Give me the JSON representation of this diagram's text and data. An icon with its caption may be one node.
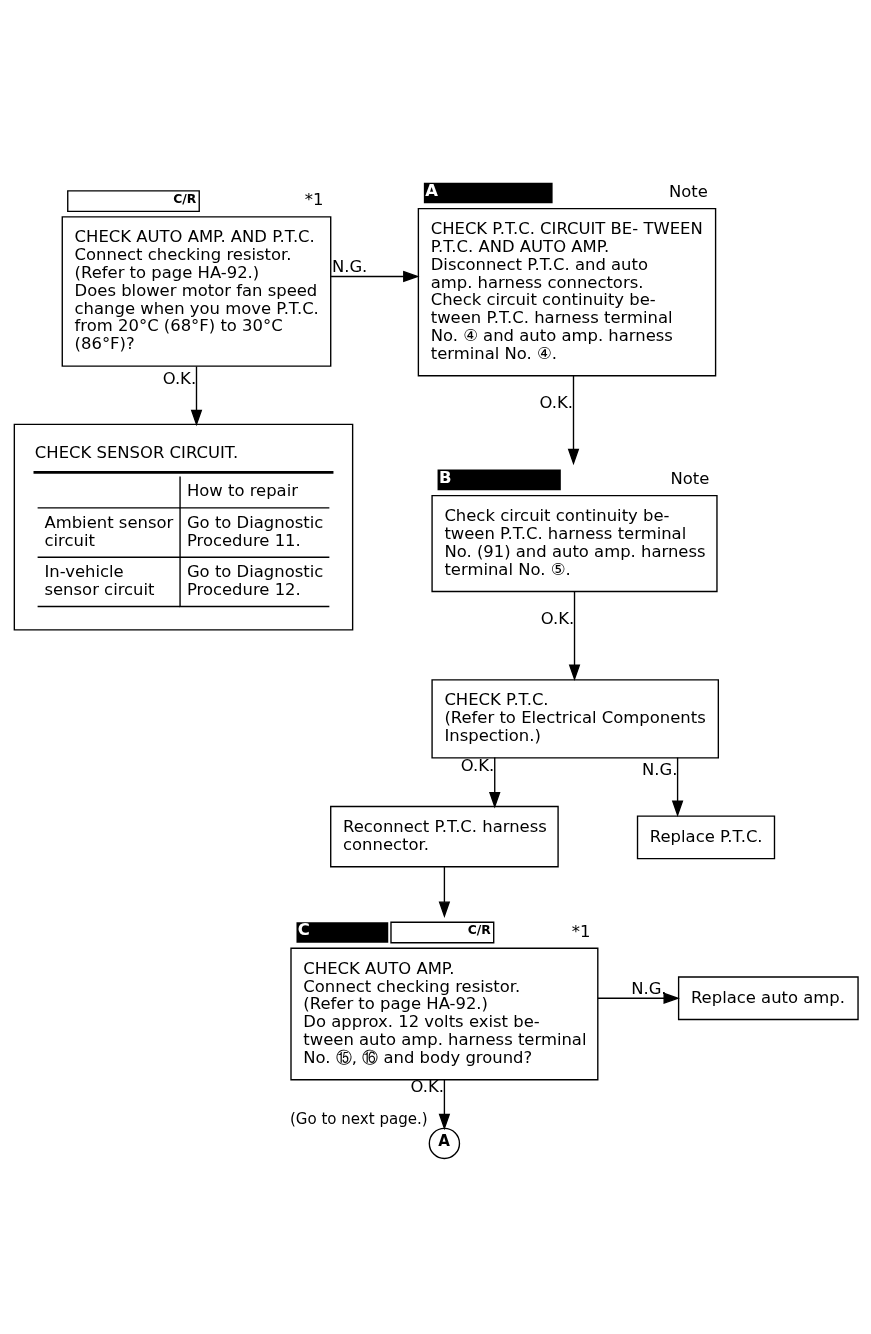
{
  "diagram": {
    "nodes": [
      {
        "text": [
          "CHECK AUTO AMP. AND P.T.C.",
          "Connect checking resistor.",
          "(Refer to page HA-92.)",
          "Does blower motor fan speed change when you move P.T.C. from 20°C (68°F) to 30°C (86°F)?"
        ],
        "beside": [
          "C/R",
          "*1"
        ]
      },
      {
        "text": [
          "CHECK P.T.C. CIRCUIT BE- TWEEN P.T.C. AND AUTO AMP.",
          "Disconnect P.T.C. and auto amp. harness connectors.",
          "Check circuit continuity be- tween P.T.C. harness terminal No. ④ and auto amp. harness terminal No. ④."
        ],
        "beside": [
          "A",
          "Note"
        ]
      },
      {
        "text": [
          "CHECK SENSOR CIRCUIT.",
          "How to repair",
          "Ambient sensor circuit",
          "Go to Diagnostic Procedure 11.",
          "In-vehicle sensor circuit",
          "Go to Diagnostic Procedure 12."
        ]
      },
      {
        "text": [
          "Check circuit continuity be- tween P.T.C. harness terminal No. (91) and auto amp. harness terminal No. ⑤."
        ],
        "beside": [
          "B",
          "Note"
        ]
      },
      {
        "text": [
          "CHECK P.T.C.",
          "(Refer to Electrical Components Inspection.)"
        ]
      },
      {
        "text": [
          "Reconnect P.T.C. harness connector."
        ]
      },
      {
        "text": [
          "Replace P.T.C."
        ]
      },
      {
        "text": [
          "CHECK AUTO AMP.",
          "Connect checking resistor.",
          "(Refer to page HA-92.)",
          "Do approx. 12 volts exist be- tween auto amp. harness terminal No. ⑮, ⑯ and body ground?"
        ],
        "beside": [
          "C",
          "C/R",
          "*1"
        ]
      },
      {
        "text": [
          "Replace auto amp."
        ]
      },
      {
        "text": [
          "A"
        ],
        "beside": [
          "(Go to next page.)"
        ]
      }
    ],
    "edges": [
      {
        "from": 0,
        "to": 1,
        "arrow": "to",
        "label": "N.G."
      },
      {
        "from": 0,
        "to": 2,
        "arrow": "to",
        "label": "O.K."
      },
      {
        "from": 1,
        "to": 3,
        "arrow": "to",
        "label": "O.K."
      },
      {
        "from": 3,
        "to": 4,
        "arrow": "to",
        "label": "O.K."
      },
      {
        "from": 4,
        "to": 5,
        "arrow": "to",
        "label": "O.K."
      },
      {
        "from": 4,
        "to": 6,
        "arrow": "to",
        "label": "N.G."
      },
      {
        "from": 5,
        "to": 7,
        "arrow": "to"
      },
      {
        "from": 7,
        "to": 8,
        "arrow": "to",
        "label": "N.G."
      },
      {
        "from": 7,
        "to": 9,
        "arrow": "to",
        "label": "O.K."
      }
    ]
  }
}
